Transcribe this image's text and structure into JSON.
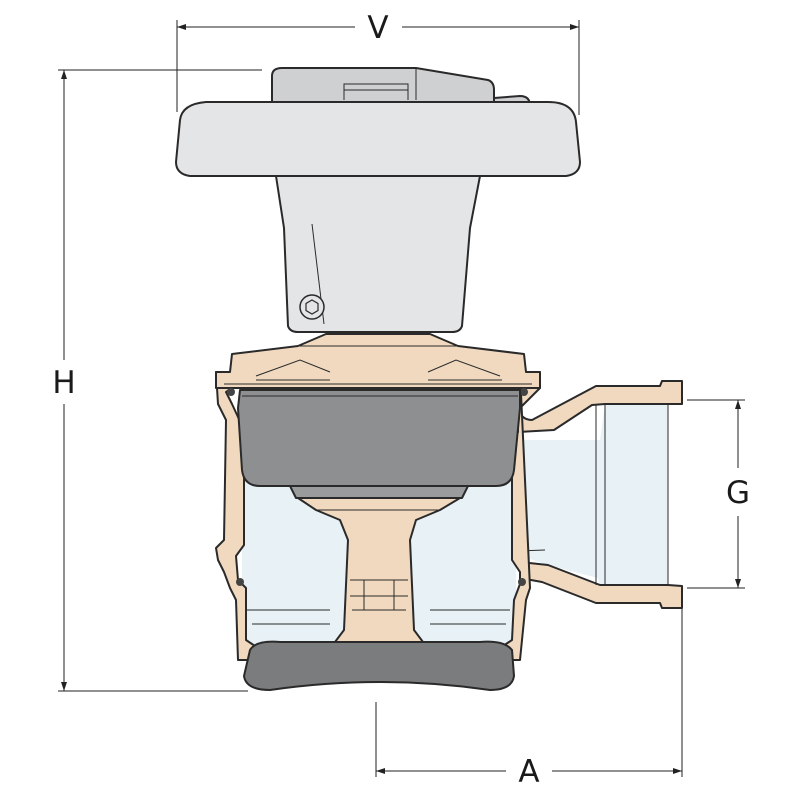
{
  "dimensions": {
    "width_label": "V",
    "height_label": "H",
    "outlet_label": "G",
    "offset_label": "A"
  },
  "colors": {
    "handle": "#e4e5e7",
    "handle_top": "#cfd0d2",
    "body": "#f0d9bf",
    "cup": "#8e8f91",
    "foot": "#7b7c7e",
    "water": "#e7f1f6",
    "outline": "#2a2a2a"
  }
}
